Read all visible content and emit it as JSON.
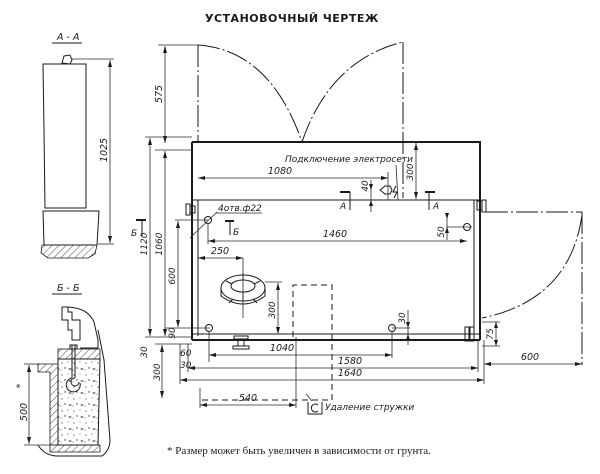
{
  "title": "УСТАНОВОЧНЫЙ ЧЕРТЕЖ",
  "section_aa": {
    "label": "А - А",
    "dim_height": "1025"
  },
  "section_bb": {
    "label": "Б - Б",
    "dim_depth": "500",
    "asterisk": "*"
  },
  "plan": {
    "dims": {
      "door_swing": "575",
      "d1080": "1080",
      "d40": "40",
      "d300_top": "300",
      "d1460": "1460",
      "d50": "50",
      "d250": "250",
      "d300_mid": "300",
      "d1120": "1120",
      "d1060": "1060",
      "d600_left": "600",
      "d90": "90",
      "d30_left": "30",
      "d60": "60",
      "d30_b": "30",
      "d300_left": "300",
      "d1040": "1040",
      "d1580": "1580",
      "d1640": "1640",
      "d540": "540",
      "d30_right": "30",
      "d75": "75",
      "d600_right": "600"
    },
    "labels": {
      "power_connection": "Подключение электросети",
      "holes": "4отв.ф22",
      "section_a": "А",
      "section_b": "Б",
      "chip_removal": "Удаление стружки"
    }
  },
  "footnote": "* Размер может быть увеличен в зависимости от грунта."
}
